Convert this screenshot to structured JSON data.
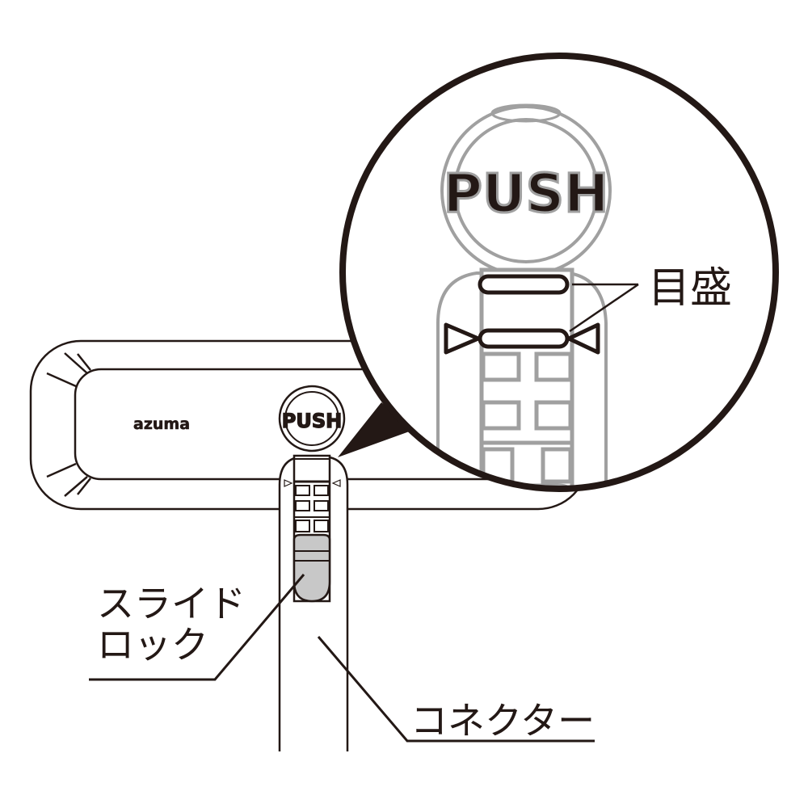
{
  "diagram": {
    "title": "Connector slide lock and scale marks illustration",
    "colors": {
      "ink": "#231815",
      "gray_line": "#a0a0a0",
      "slide_fill": "#c8c8c8",
      "background": "#ffffff"
    },
    "device": {
      "brand_logo": "azuma",
      "push_button_label": "PUSH"
    },
    "magnified_view": {
      "push_button_label": "PUSH",
      "callout_label": "目盛"
    },
    "labels": {
      "slide_lock_line1": "スライド",
      "slide_lock_line2": "ロック",
      "connector": "コネクター",
      "scale": "目盛"
    }
  }
}
